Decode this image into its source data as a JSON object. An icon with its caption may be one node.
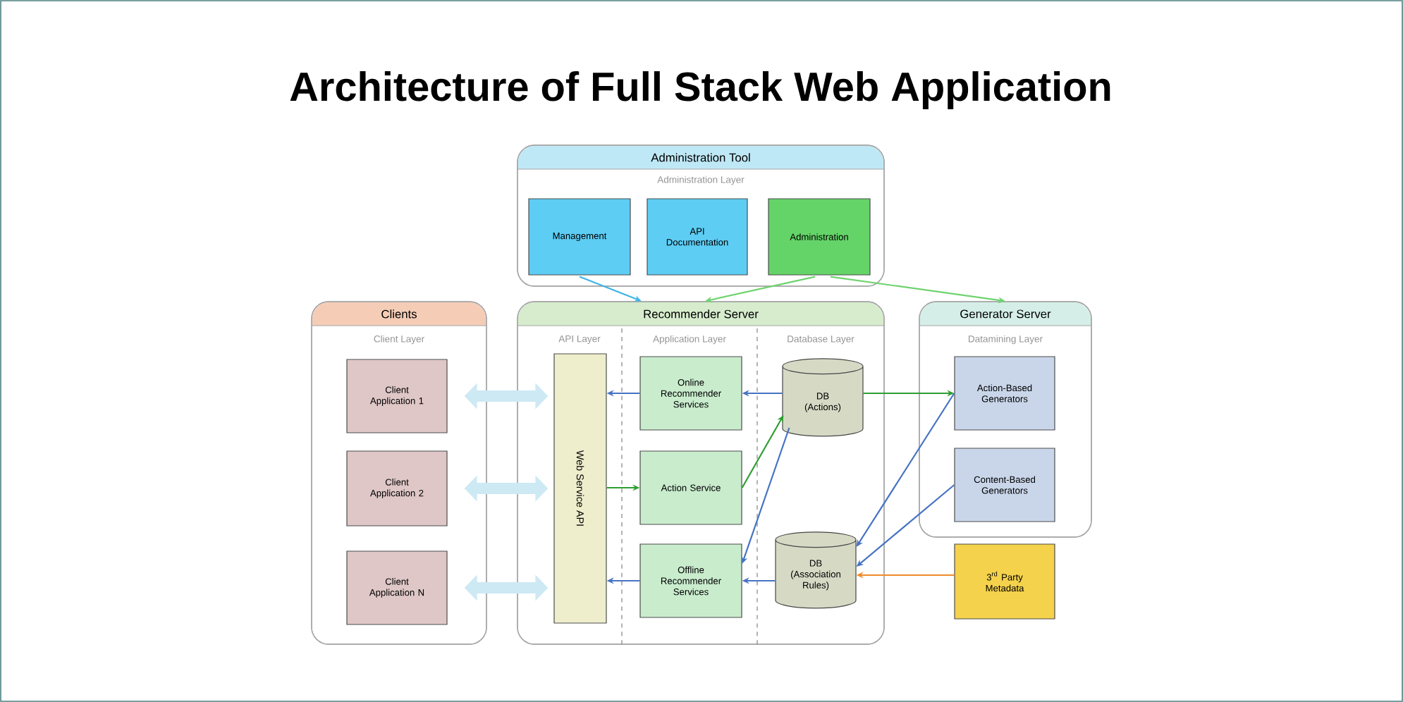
{
  "diagram": {
    "title": "Architecture of Full Stack Web Application",
    "nodes": [
      {
        "text": [
          "Administration Tool",
          "Administration Layer"
        ]
      },
      {
        "text": [
          "Management"
        ],
        "in": 0
      },
      {
        "text": [
          "API Documentation"
        ],
        "in": 0
      },
      {
        "text": [
          "Administration"
        ],
        "in": 0
      },
      {
        "text": [
          "Clients",
          "Client Layer"
        ]
      },
      {
        "text": [
          "Client Application 1"
        ],
        "in": 4
      },
      {
        "text": [
          "Client Application 2"
        ],
        "in": 4
      },
      {
        "text": [
          "Client Application N"
        ],
        "in": 4
      },
      {
        "text": [
          "Recommender Server",
          "API Layer",
          "Application Layer",
          "Database Layer"
        ]
      },
      {
        "text": [
          "Web Service API"
        ],
        "in": 8
      },
      {
        "text": [
          "Online Recommender Services"
        ],
        "in": 8
      },
      {
        "text": [
          "Action Service"
        ],
        "in": 8
      },
      {
        "text": [
          "DB (Actions)"
        ],
        "in": 8
      },
      {
        "text": [
          "Offline Recommender Services"
        ],
        "in": 8
      },
      {
        "text": [
          "DB (Association Rules)"
        ],
        "in": 8
      },
      {
        "text": [
          "Generator Server",
          "Datamining Layer"
        ]
      },
      {
        "text": [
          "Action-Based Generators"
        ],
        "in": 15
      },
      {
        "text": [
          "Content-Based Generators"
        ],
        "in": 15
      },
      {
        "text": [
          "3$^{rd}$ Party Metadata"
        ]
      }
    ],
    "edges": [
      {
        "from": 1,
        "to": 8,
        "arrow": "to",
        "color": "#3db5e6"
      },
      {
        "from": 3,
        "to": 8,
        "arrow": "to",
        "color": "#6fd36f"
      },
      {
        "from": 3,
        "to": 15,
        "arrow": "to",
        "color": "#6fd36f"
      },
      {
        "from": 5,
        "to": 9,
        "arrow": "both",
        "style": "thick",
        "color": "#cde9f4"
      },
      {
        "from": 6,
        "to": 9,
        "arrow": "both",
        "style": "thick",
        "color": "#cde9f4"
      },
      {
        "from": 7,
        "to": 9,
        "arrow": "both",
        "style": "thick",
        "color": "#cde9f4"
      },
      {
        "from": 10,
        "to": 9,
        "arrow": "to"
      },
      {
        "from": 12,
        "to": 10,
        "arrow": "to"
      },
      {
        "from": 9,
        "to": 11,
        "arrow": "to",
        "color": "#2f9e34"
      },
      {
        "from": 11,
        "to": 12,
        "arrow": "to",
        "color": "#2f9e34"
      },
      {
        "from": 12,
        "to": 13,
        "arrow": "to"
      },
      {
        "from": 13,
        "to": 9,
        "arrow": "to"
      },
      {
        "from": 14,
        "to": 13,
        "arrow": "to"
      },
      {
        "from": 12,
        "to": 16,
        "arrow": "to",
        "color": "#2f9e34"
      },
      {
        "from": 16,
        "to": 14,
        "arrow": "to"
      },
      {
        "from": 17,
        "to": 14,
        "arrow": "to"
      },
      {
        "from": 18,
        "to": 14,
        "arrow": "to",
        "color": "#f08a2c"
      }
    ]
  }
}
